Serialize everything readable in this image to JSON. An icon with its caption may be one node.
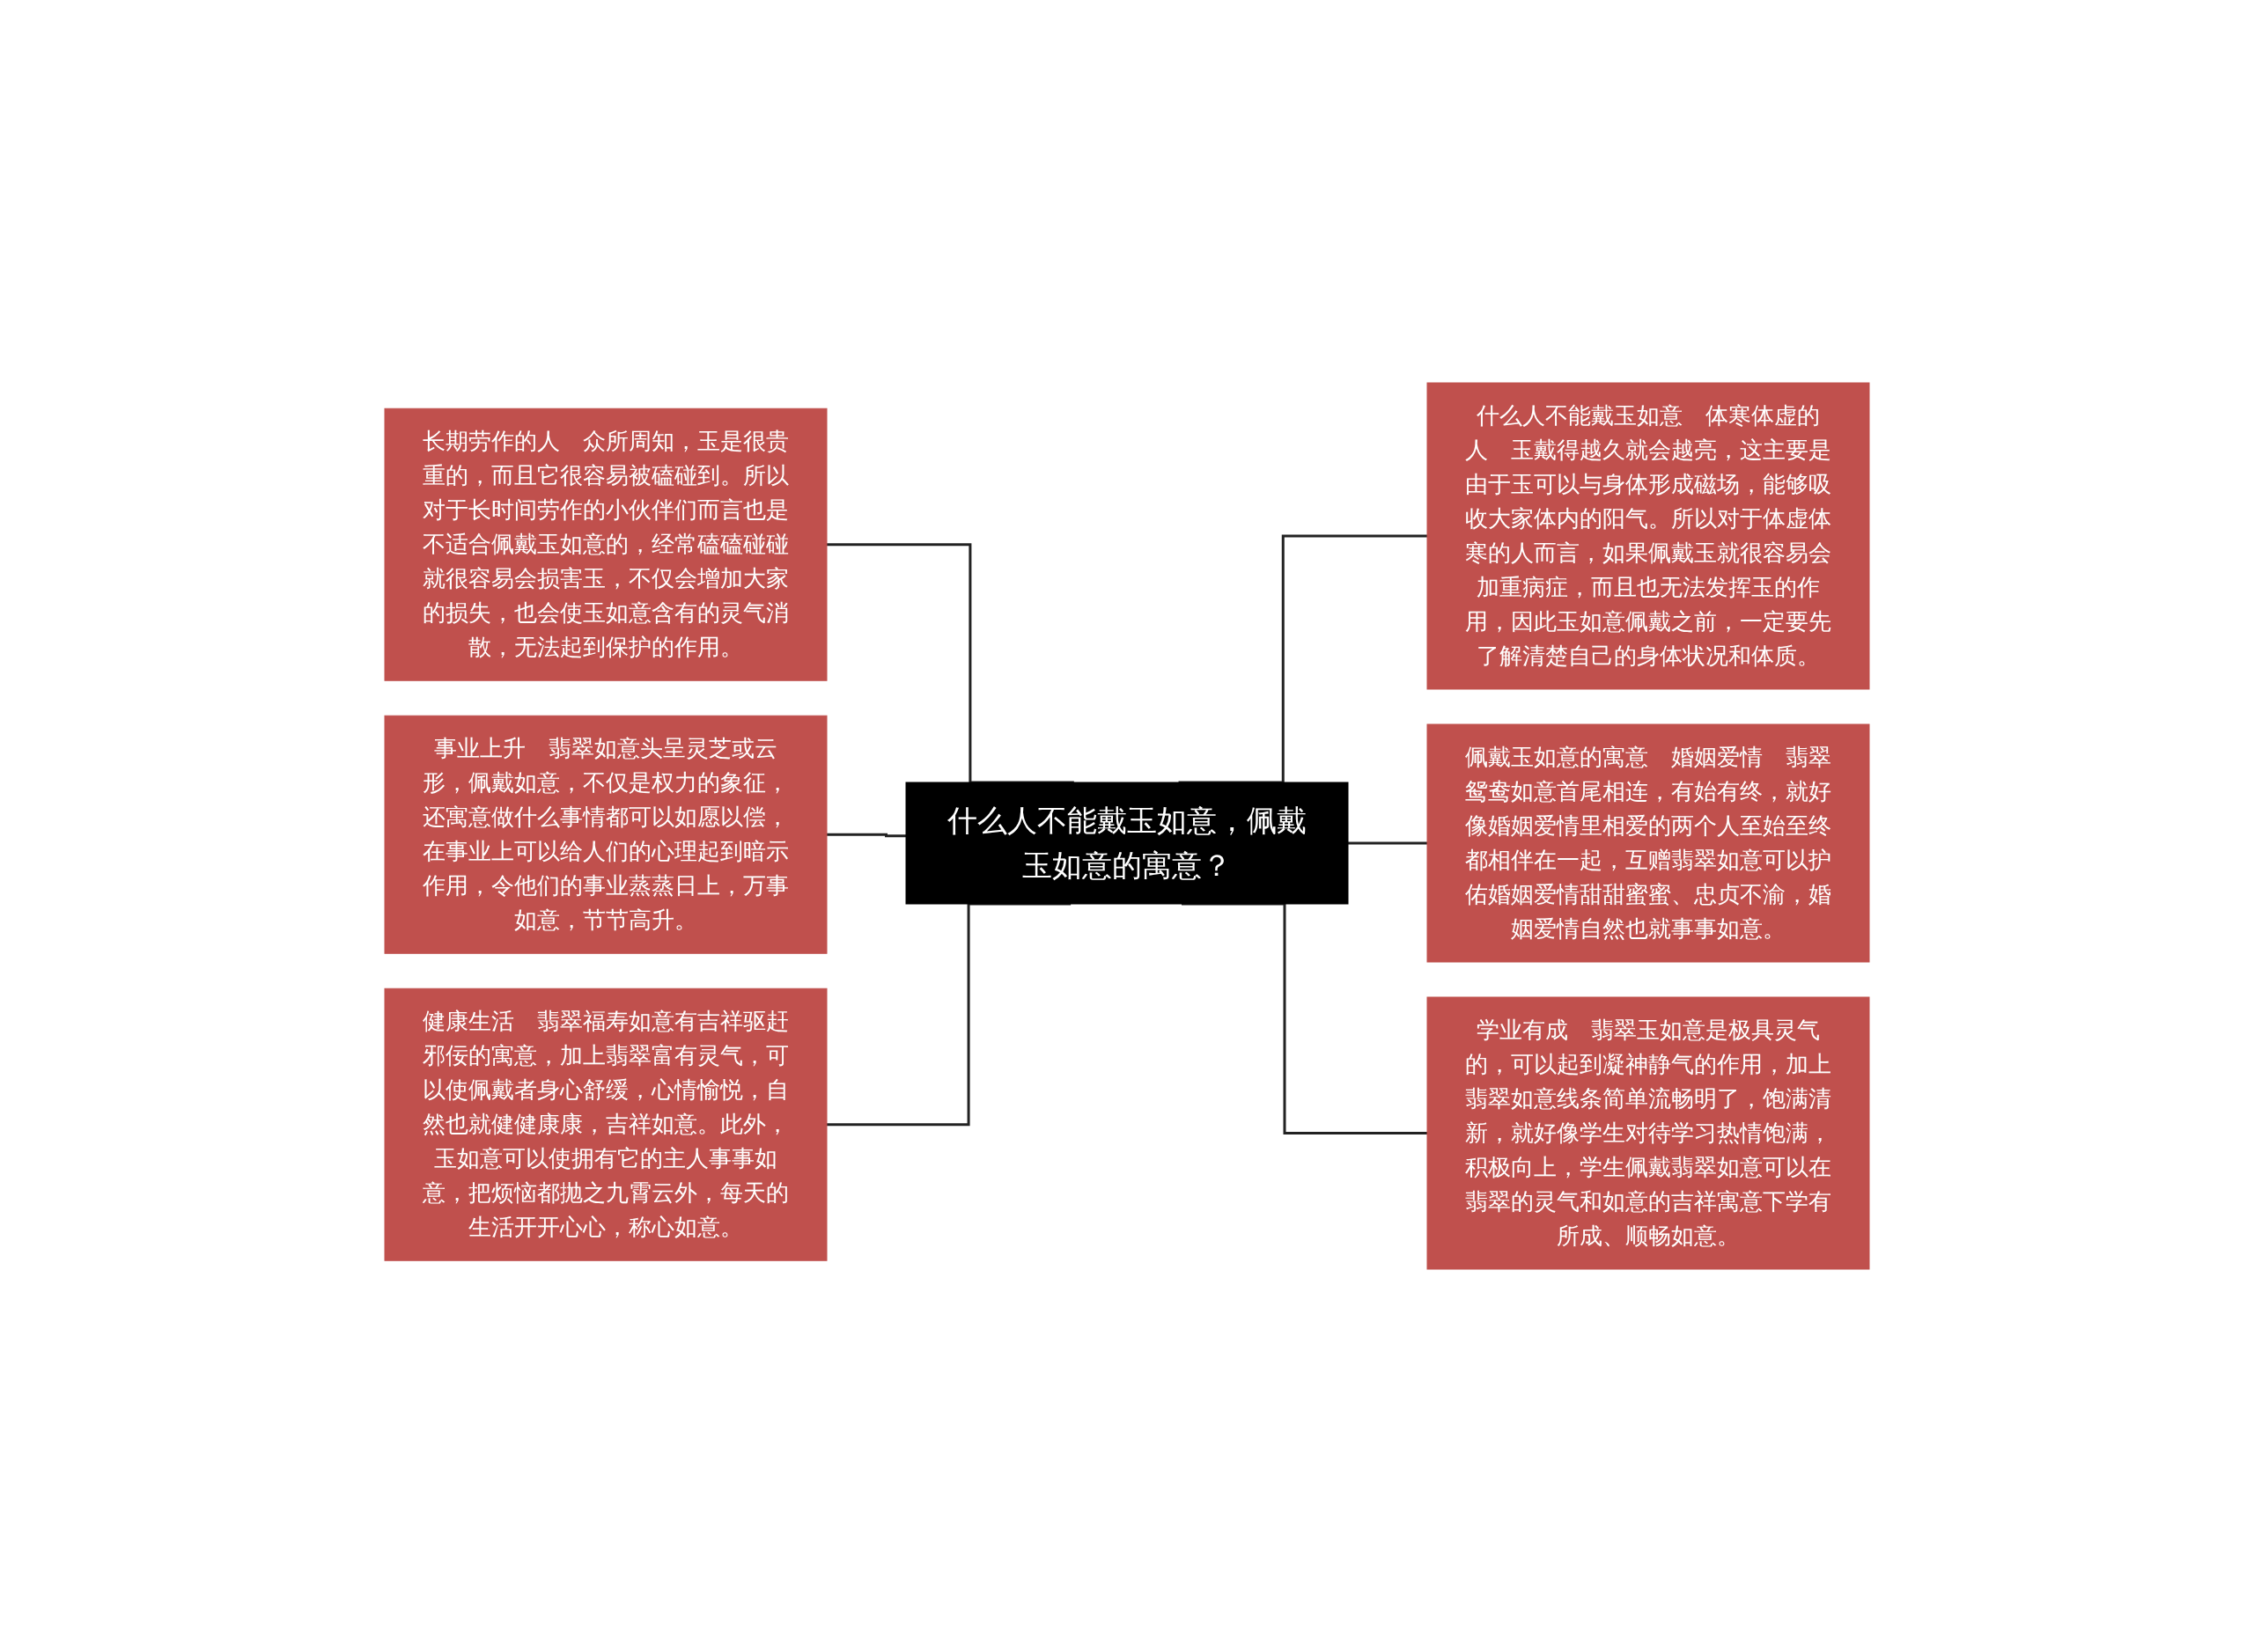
{
  "diagram": {
    "nodes": [
      {
        "text": [
          "什么人不能戴玉如意，佩戴玉如意的寓意？"
        ]
      },
      {
        "text": [
          "长期劳作的人　众所周知，玉是很贵重的，而且它很容易被磕碰到。所以对于长时间劳作的小伙伴们而言也是不适合佩戴玉如意的，经常磕磕碰碰就很容易会损害玉，不仅会增加大家的损失，也会使玉如意含有的灵气消散，无法起到保护的作用。"
        ]
      },
      {
        "text": [
          "事业上升　翡翠如意头呈灵芝或云形，佩戴如意，不仅是权力的象征，还寓意做什么事情都可以如愿以偿，在事业上可以给人们的心理起到暗示作用，令他们的事业蒸蒸日上，万事如意，节节高升。"
        ]
      },
      {
        "text": [
          "健康生活　翡翠福寿如意有吉祥驱赶邪佞的寓意，加上翡翠富有灵气，可以使佩戴者身心舒缓，心情愉悦，自然也就健健康康，吉祥如意。此外，玉如意可以使拥有它的主人事事如意，把烦恼都抛之九霄云外，每天的生活开开心心，称心如意。"
        ]
      },
      {
        "text": [
          "什么人不能戴玉如意　体寒体虚的人　玉戴得越久就会越亮，这主要是由于玉可以与身体形成磁场，能够吸收大家体内的阳气。所以对于体虚体寒的人而言，如果佩戴玉就很容易会加重病症，而且也无法发挥玉的作用，因此玉如意佩戴之前，一定要先了解清楚自己的身体状况和体质。"
        ]
      },
      {
        "text": [
          "佩戴玉如意的寓意　婚姻爱情　翡翠鸳鸯如意首尾相连，有始有终，就好像婚姻爱情里相爱的两个人至始至终都相伴在一起，互赠翡翠如意可以护佑婚姻爱情甜甜蜜蜜、忠贞不渝，婚姻爱情自然也就事事如意。"
        ]
      },
      {
        "text": [
          "学业有成　翡翠玉如意是极具灵气的，可以起到凝神静气的作用，加上翡翠如意线条简单流畅明了，饱满清新，就好像学生对待学习热情饱满，积极向上，学生佩戴翡翠如意可以在翡翠的灵气和如意的吉祥寓意下学有所成、顺畅如意。"
        ]
      }
    ],
    "edges": [
      {
        "from": 0,
        "to": 1,
        "arrow": "none"
      },
      {
        "from": 0,
        "to": 2,
        "arrow": "none"
      },
      {
        "from": 0,
        "to": 3,
        "arrow": "none"
      },
      {
        "from": 0,
        "to": 4,
        "arrow": "none"
      },
      {
        "from": 0,
        "to": 5,
        "arrow": "none"
      },
      {
        "from": 0,
        "to": 6,
        "arrow": "none"
      }
    ]
  }
}
